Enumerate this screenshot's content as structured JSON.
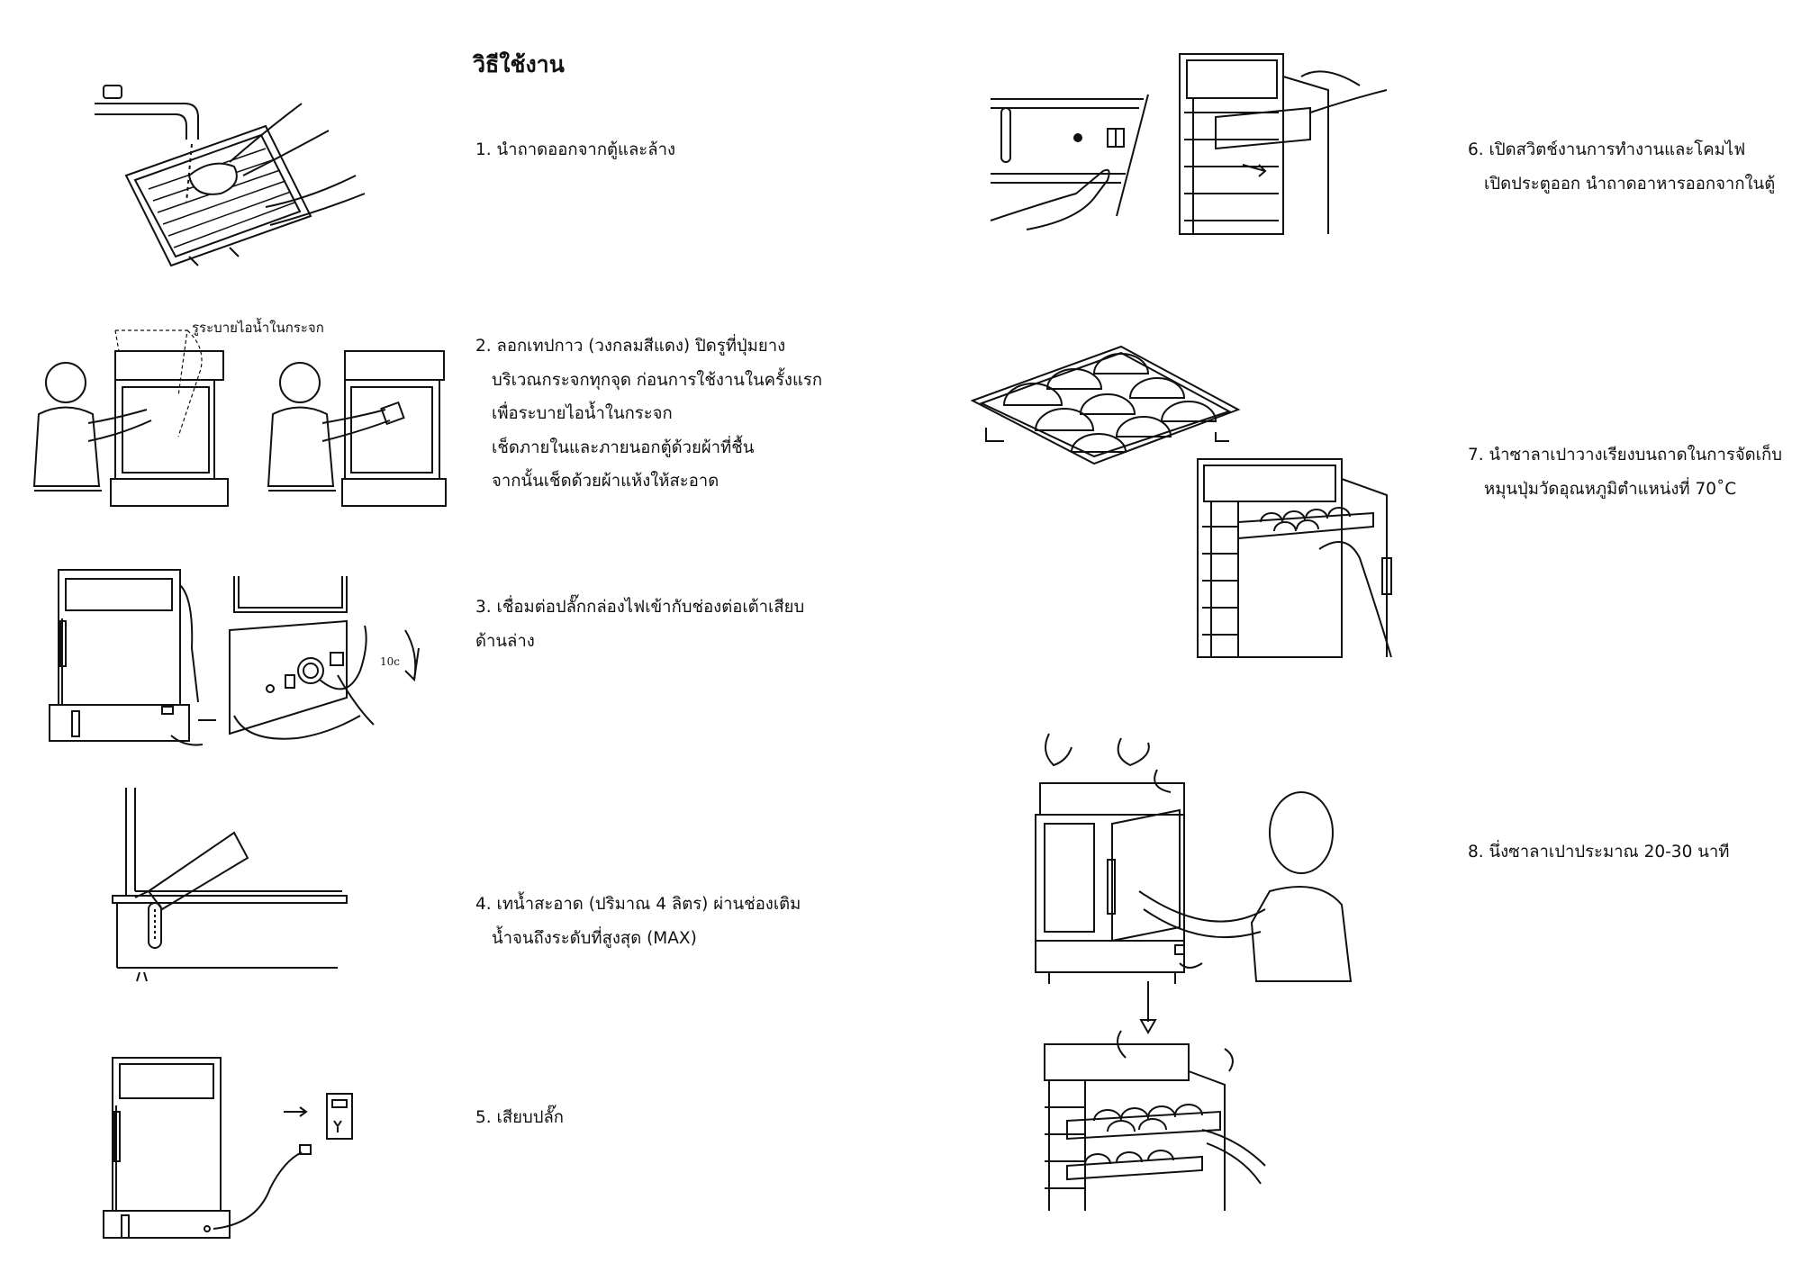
{
  "title": "วิธีใช้งาน",
  "steps": [
    {
      "line1": "1. นำถาดออกจากตู้และล้าง"
    },
    {
      "line1": "2. ลอกเทปกาว (วงกลมสีแดง) ปิดรูที่ปุ่มยาง",
      "line2": "บริเวณกระจกทุกจุด ก่อนการใช้งานในครั้งแรก",
      "line3": "เพื่อระบายไอน้ำในกระจก",
      "line4": "เช็ดภายในและภายนอกตู้ด้วยผ้าที่ชื้น",
      "line5": "จากนั้นเช็ดด้วยผ้าแห้งให้สะอาด"
    },
    {
      "line1": "3. เชื่อมต่อปลั๊กกล่องไฟเข้ากับช่องต่อเต้าเสียบ",
      "line2": "ด้านล่าง"
    },
    {
      "line1": "4. เทน้ำสะอาด (ปริมาณ 4 ลิตร) ผ่านช่องเติม",
      "line2": "น้ำจนถึงระดับที่สูงสุด (MAX)"
    },
    {
      "line1": "5. เสียบปลั๊ก"
    },
    {
      "line1": "6. เปิดสวิตช์งานการทำงานและโคมไฟ",
      "line2": "เปิดประตูออก นำถาดอาหารออกจากในตู้"
    },
    {
      "line1": "7. นำซาลาเปาวางเรียงบนถาดในการจัดเก็บ",
      "line2": "หมุนปุ่มวัดอุณหภูมิตำแหน่งที่ 70˚C"
    },
    {
      "line1": "8. นึ่งซาลาเปาประมาณ 20-30 นาที"
    }
  ],
  "figures": {
    "fig2_callout": "รูระบายไอน้ำในกระจก",
    "fig3_dial_label": "10c"
  },
  "icons": [
    "washing-tray-illustration-icon",
    "wiping-glass-illustration-icon",
    "connecting-plug-illustration-icon",
    "pouring-water-illustration-icon",
    "plugging-in-illustration-icon",
    "switch-on-and-remove-tray-illustration-icon",
    "loading-buns-illustration-icon",
    "steaming-buns-illustration-icon"
  ]
}
